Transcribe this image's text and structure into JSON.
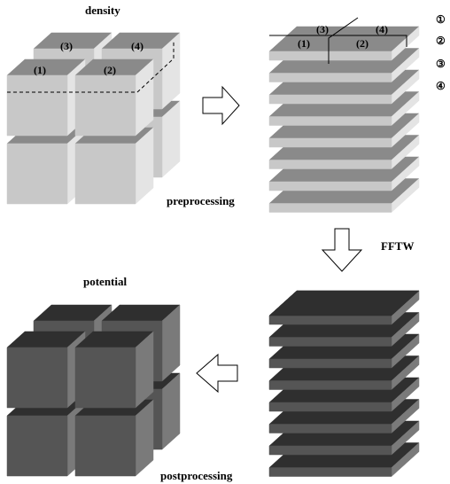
{
  "labels": {
    "density": "density",
    "potential": "potential",
    "preprocessing": "preprocessing",
    "postprocessing": "postprocessing",
    "fftw": "FFTW"
  },
  "block_labels": [
    "(1)",
    "(2)",
    "(3)",
    "(4)"
  ],
  "legend_markers": [
    "①",
    "②",
    "③",
    "④"
  ],
  "colors": {
    "density_front": "#c8c8c8",
    "density_side": "#e4e4e4",
    "density_top": "#8a8a8a",
    "potential_front": "#555555",
    "potential_side": "#7a7a7a",
    "potential_top": "#2f2f2f",
    "arrow_fill": "#ffffff",
    "outline": "#000000"
  }
}
